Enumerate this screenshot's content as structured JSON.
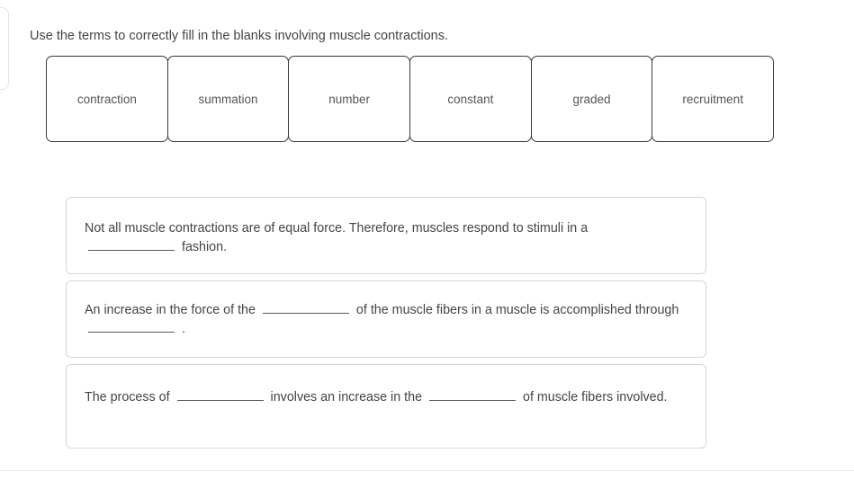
{
  "prompt": "Use the terms to correctly fill in the blanks involving muscle contractions.",
  "term_bank": {
    "terms": [
      {
        "label": "contraction"
      },
      {
        "label": "summation"
      },
      {
        "label": "number"
      },
      {
        "label": "constant"
      },
      {
        "label": "graded"
      },
      {
        "label": "recruitment"
      }
    ]
  },
  "sentences": [
    {
      "id": "sentence-1",
      "full_text": "Not all muscle contractions are of equal force. Therefore, muscles respond to stimuli in a ______________ fashion.",
      "segments": {
        "s1": "Not all muscle contractions are of equal force. Therefore, muscles respond to stimuli in a",
        "s2": "fashion."
      }
    },
    {
      "id": "sentence-2",
      "full_text": "An increase in the force of the ______________ of the muscle fibers in a muscle is accomplished through ______________ .",
      "segments": {
        "s1": "An increase in the force of the",
        "s2": "of the muscle fibers in a muscle is accomplished through",
        "s3": "."
      }
    },
    {
      "id": "sentence-3",
      "full_text": "The process of ______________ involves an increase in the ______________ of muscle fibers involved.",
      "segments": {
        "s1": "The process of",
        "s2": "involves an increase in the",
        "s3": "of muscle fibers involved."
      }
    }
  ],
  "colors": {
    "page_background": "#ffffff",
    "text": "#444444",
    "term_box_border": "#3a3a3a",
    "term_box_label": "#555555",
    "sentence_card_border": "#d6d6d6",
    "blank_underline": "#5a5a5a",
    "bottom_rule": "#ececec"
  }
}
